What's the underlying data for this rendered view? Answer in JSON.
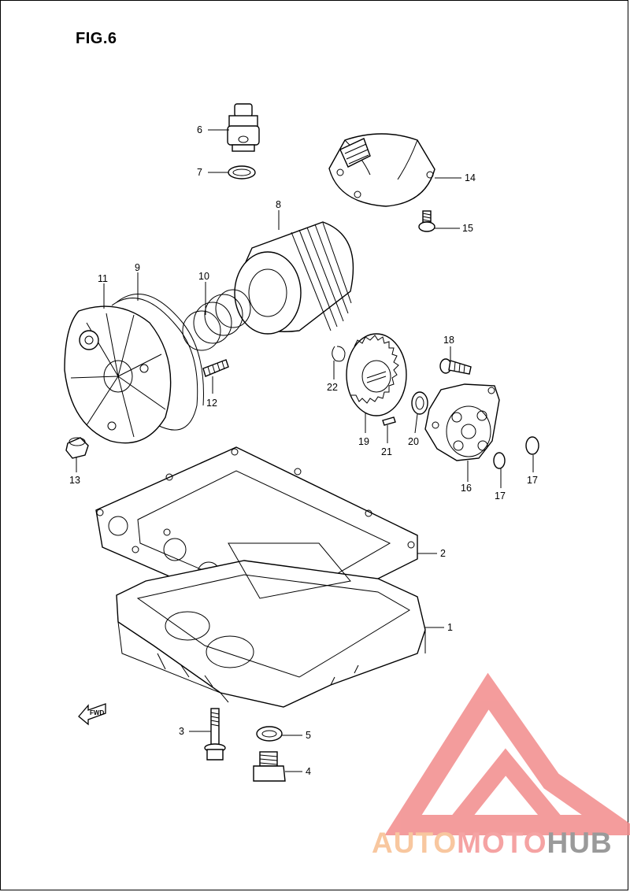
{
  "figure": {
    "title": "FIG.6"
  },
  "direction_marker": {
    "label": "FWD",
    "icon": "forward-arrow-icon"
  },
  "callouts": [
    {
      "id": "1",
      "part": "oil pan"
    },
    {
      "id": "2",
      "part": "oil pan gasket"
    },
    {
      "id": "3",
      "part": "bolt"
    },
    {
      "id": "4",
      "part": "drain plug"
    },
    {
      "id": "5",
      "part": "gasket"
    },
    {
      "id": "6",
      "part": "oil pressure switch"
    },
    {
      "id": "7",
      "part": "gasket"
    },
    {
      "id": "8",
      "part": "oil filter"
    },
    {
      "id": "9",
      "part": "o-ring"
    },
    {
      "id": "10",
      "part": "spring"
    },
    {
      "id": "11",
      "part": "oil filter cap"
    },
    {
      "id": "12",
      "part": "stud"
    },
    {
      "id": "13",
      "part": "cap nut"
    },
    {
      "id": "14",
      "part": "strainer cover"
    },
    {
      "id": "15",
      "part": "bolt"
    },
    {
      "id": "16",
      "part": "oil pump"
    },
    {
      "id": "17",
      "part": "o-ring"
    },
    {
      "id": "17",
      "part": "o-ring"
    },
    {
      "id": "18",
      "part": "bolt"
    },
    {
      "id": "19",
      "part": "oil pump driven gear"
    },
    {
      "id": "20",
      "part": "washer"
    },
    {
      "id": "21",
      "part": "pin"
    },
    {
      "id": "22",
      "part": "circlip"
    }
  ],
  "watermark": {
    "parts": [
      "AUTO",
      "MOTO",
      "HUB"
    ],
    "colors": {
      "auto": "#f8c79f",
      "moto": "#f5a3a3",
      "hub": "#9a9a9a",
      "logo": "#f28b8b"
    }
  }
}
